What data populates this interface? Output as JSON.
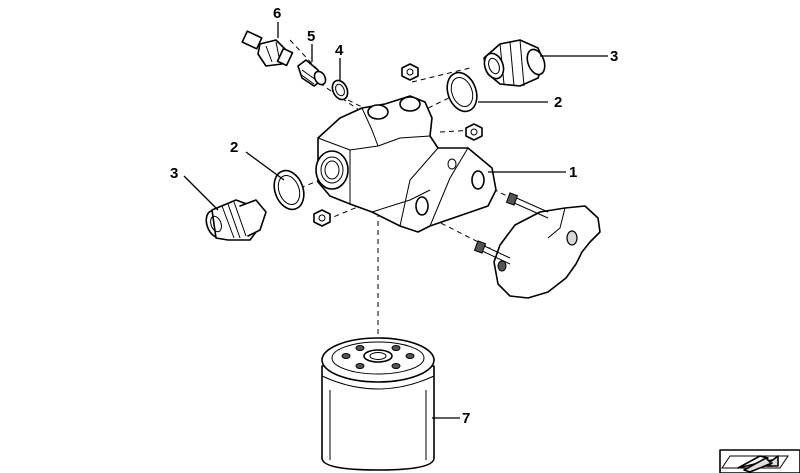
{
  "diagram": {
    "callouts": {
      "c1": "1",
      "c2a": "2",
      "c2b": "2",
      "c3a": "3",
      "c3b": "3",
      "c4": "4",
      "c5": "5",
      "c6": "6",
      "c7": "7"
    }
  },
  "colors": {
    "background": "#ffffff",
    "line": "#000000",
    "shade": "#d8d8d8"
  },
  "icons": {
    "corner": "folded-sheet-arrow-icon"
  }
}
